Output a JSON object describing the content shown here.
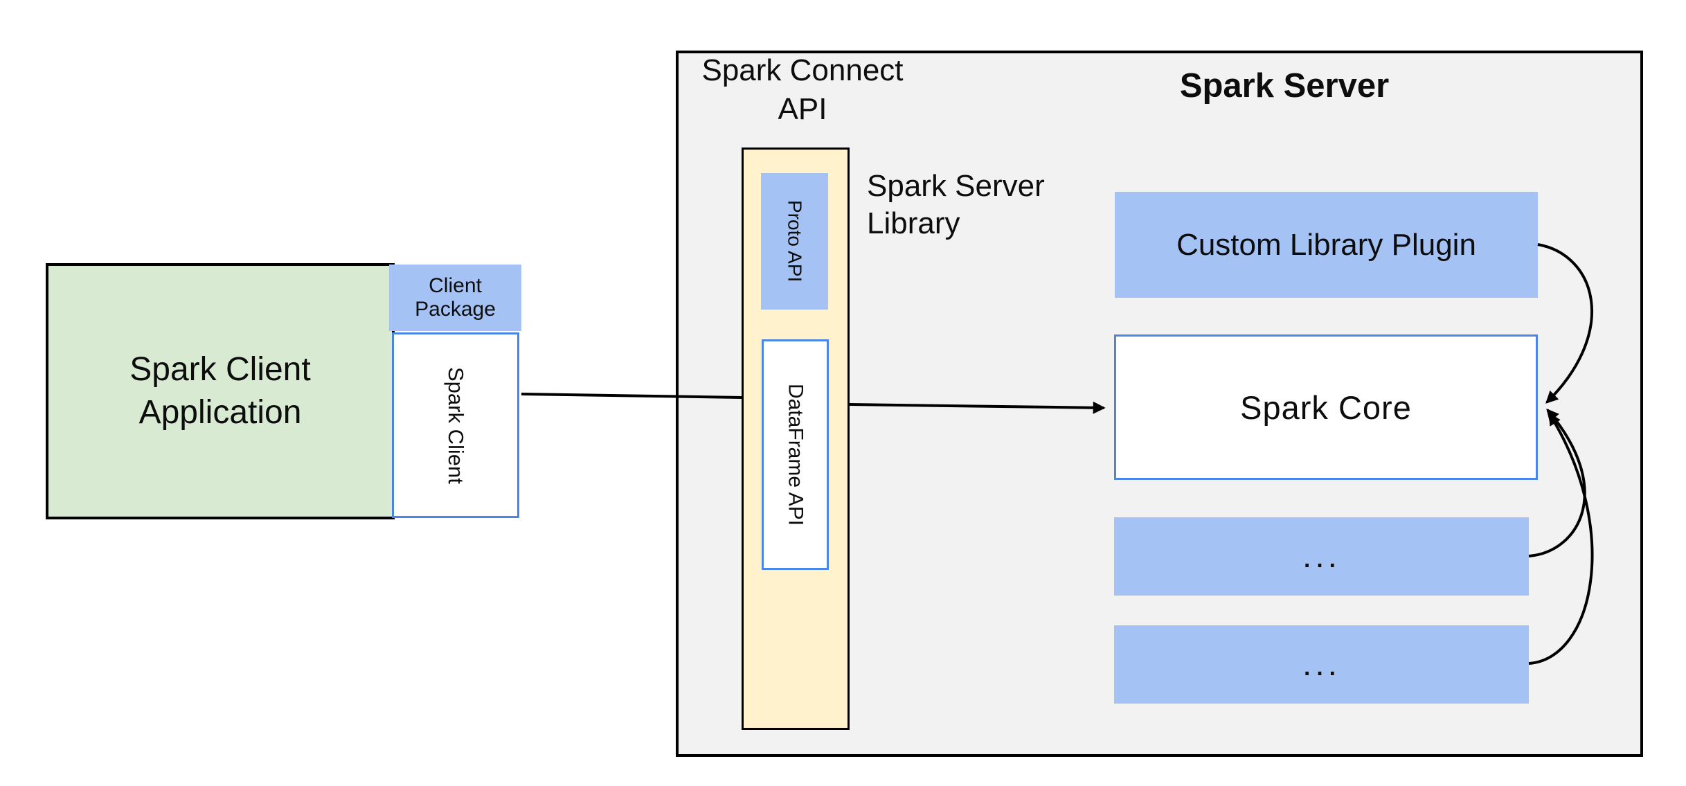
{
  "diagram": {
    "client": {
      "app_label": "Spark Client Application",
      "package_label": "Client Package",
      "spark_client_label": "Spark Client"
    },
    "connect_api": {
      "title": "Spark Connect API",
      "proto_label": "Proto API",
      "dataframe_label": "DataFrame API",
      "library_label": "Spark Server Library"
    },
    "server": {
      "title": "Spark Server",
      "plugin_label": "Custom Library Plugin",
      "core_label": "Spark Core",
      "more_top_label": "...",
      "more_bottom_label": "..."
    }
  },
  "colors": {
    "client_app_fill": "#d9ead3",
    "blue_box_fill": "#a4c2f4",
    "blue_box_border": "#4a86e8",
    "library_column_fill": "#fff2cc",
    "server_panel_fill": "#f2f2f2",
    "outline": "#000000"
  }
}
